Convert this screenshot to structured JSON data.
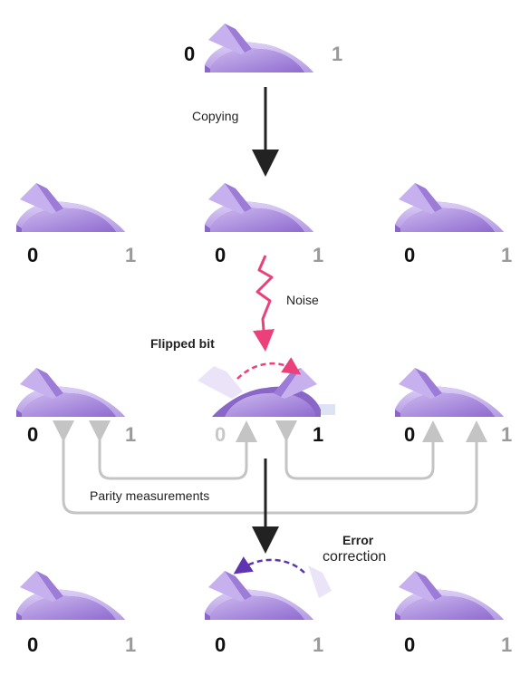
{
  "labels": {
    "copying": "Copying",
    "noise": "Noise",
    "flipped_bit": "Flipped bit",
    "parity": "Parity measurements",
    "error": "Error",
    "correction": "correction"
  },
  "digits": {
    "zero": "0",
    "one": "1"
  },
  "colors": {
    "switch_fill": "#b39ddb",
    "switch_dark": "#7e57c2",
    "noise": "#ec407a",
    "arrow": "#222222",
    "parity_line": "#c4c4c4",
    "correction_arrow": "#5e35b1"
  }
}
